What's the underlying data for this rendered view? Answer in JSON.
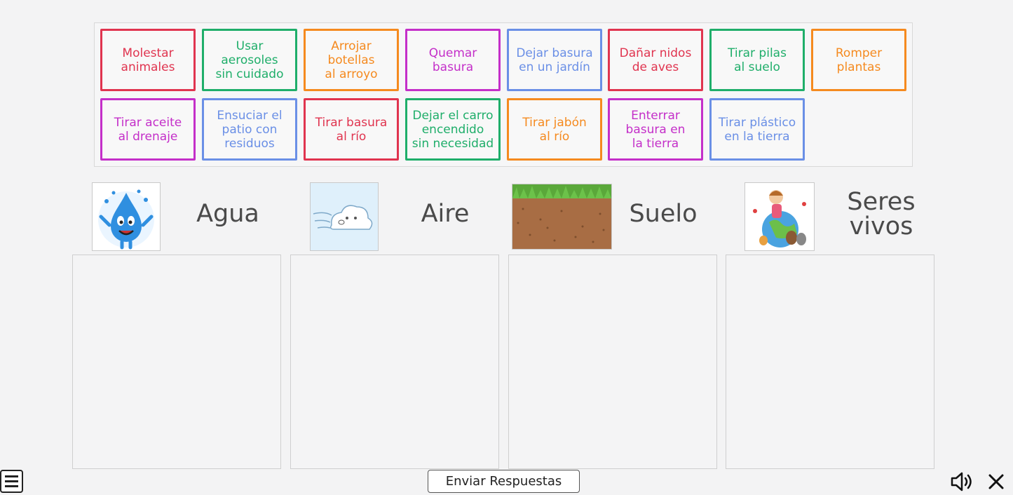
{
  "cards": [
    {
      "text": "Molestar\nanimales",
      "color": "#e0344f"
    },
    {
      "text": "Usar\naerosoles\nsin cuidado",
      "color": "#1fae6a"
    },
    {
      "text": "Arrojar\nbotellas\nal arroyo",
      "color": "#f58a1f"
    },
    {
      "text": "Quemar\nbasura",
      "color": "#c42fc9"
    },
    {
      "text": "Dejar basura\nen un jardín",
      "color": "#6a8fe6"
    },
    {
      "text": "Dañar nidos\nde aves",
      "color": "#e0344f"
    },
    {
      "text": "Tirar pilas\nal suelo",
      "color": "#1fae6a"
    },
    {
      "text": "Romper\nplantas",
      "color": "#f58a1f"
    },
    {
      "text": "Tirar aceite\nal drenaje",
      "color": "#c42fc9"
    },
    {
      "text": "Ensuciar el\npatio con\nresiduos",
      "color": "#6a8fe6"
    },
    {
      "text": "Tirar basura\nal río",
      "color": "#e0344f"
    },
    {
      "text": "Dejar el carro\nencendido\nsin necesidad",
      "color": "#1fae6a"
    },
    {
      "text": "Tirar jabón\nal río",
      "color": "#f58a1f"
    },
    {
      "text": "Enterrar\nbasura en\nla tierra",
      "color": "#c42fc9"
    },
    {
      "text": "Tirar plástico\nen la tierra",
      "color": "#6a8fe6"
    }
  ],
  "categories": [
    {
      "title": "Agua",
      "icon": "water-drop-icon"
    },
    {
      "title": "Aire",
      "icon": "wind-cloud-icon"
    },
    {
      "title": "Suelo",
      "icon": "soil-icon"
    },
    {
      "title": "Seres\nvivos",
      "icon": "living-beings-icon"
    }
  ],
  "footer": {
    "submit_label": "Enviar Respuestas",
    "menu_icon": "hamburger-menu-icon",
    "sound_icon": "speaker-icon",
    "close_icon": "close-icon"
  }
}
